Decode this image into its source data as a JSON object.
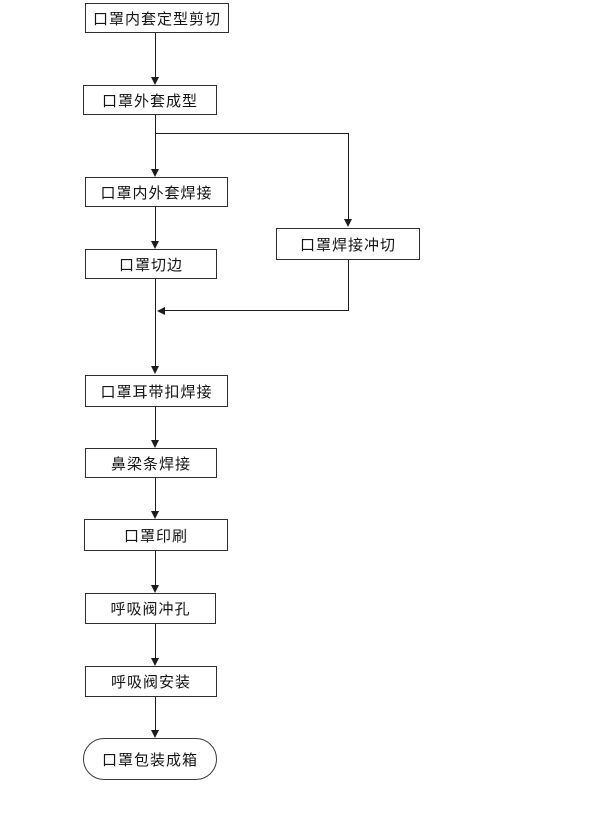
{
  "flowchart": {
    "type": "process-flow-diagram",
    "language": "zh-CN",
    "nodes": [
      {
        "id": "inner-shaping-cut",
        "label": "口罩内套定型剪切",
        "shape": "rect"
      },
      {
        "id": "outer-forming",
        "label": "口罩外套成型",
        "shape": "rect"
      },
      {
        "id": "inner-outer-welding",
        "label": "口罩内外套焊接",
        "shape": "rect"
      },
      {
        "id": "weld-punch-cut",
        "label": "口罩焊接冲切",
        "shape": "rect"
      },
      {
        "id": "edge-trimming",
        "label": "口罩切边",
        "shape": "rect"
      },
      {
        "id": "ear-strap-welding",
        "label": "口罩耳带扣焊接",
        "shape": "rect"
      },
      {
        "id": "nose-bridge-welding",
        "label": "鼻梁条焊接",
        "shape": "rect"
      },
      {
        "id": "mask-printing",
        "label": "口罩印刷",
        "shape": "rect"
      },
      {
        "id": "valve-punching",
        "label": "呼吸阀冲孔",
        "shape": "rect"
      },
      {
        "id": "valve-installation",
        "label": "呼吸阀安装",
        "shape": "rect"
      },
      {
        "id": "packing-boxing",
        "label": "口罩包装成箱",
        "shape": "stadium"
      }
    ],
    "edges": [
      {
        "from": "口罩内套定型剪切",
        "to": "口罩外套成型"
      },
      {
        "from": "口罩外套成型",
        "to": "口罩内外套焊接"
      },
      {
        "from": "口罩外套成型",
        "to": "口罩焊接冲切"
      },
      {
        "from": "口罩内外套焊接",
        "to": "口罩切边"
      },
      {
        "from": "口罩切边",
        "to": "口罩耳带扣焊接"
      },
      {
        "from": "口罩焊接冲切",
        "to": "口罩耳带扣焊接"
      },
      {
        "from": "口罩耳带扣焊接",
        "to": "鼻梁条焊接"
      },
      {
        "from": "鼻梁条焊接",
        "to": "口罩印刷"
      },
      {
        "from": "口罩印刷",
        "to": "呼吸阀冲孔"
      },
      {
        "from": "呼吸阀冲孔",
        "to": "呼吸阀安装"
      },
      {
        "from": "呼吸阀安装",
        "to": "口罩包装成箱"
      }
    ],
    "colors": {
      "background": "#ffffff",
      "line": "#1c1c1c",
      "box_border": "#2e2e2e",
      "text": "#141414"
    }
  }
}
